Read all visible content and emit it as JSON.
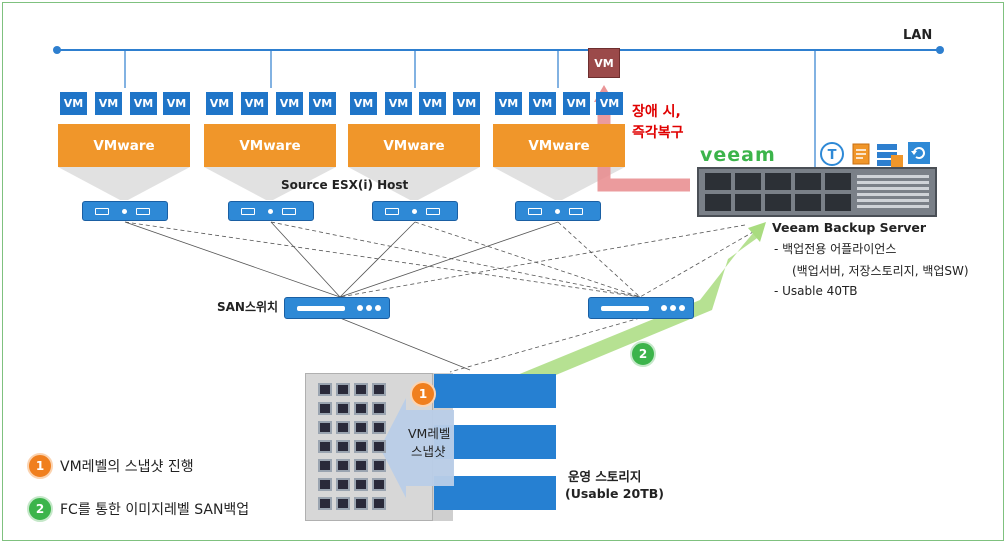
{
  "lan_label": "LAN",
  "vm_label": "VM",
  "hosts": [
    {
      "hypervisor": "VMware",
      "vms": [
        "VM",
        "VM",
        "VM",
        "VM"
      ]
    },
    {
      "hypervisor": "VMware",
      "vms": [
        "VM",
        "VM",
        "VM",
        "VM"
      ]
    },
    {
      "hypervisor": "VMware",
      "vms": [
        "VM",
        "VM",
        "VM",
        "VM"
      ]
    },
    {
      "hypervisor": "VMware",
      "vms": [
        "VM",
        "VM",
        "VM",
        "VM"
      ]
    }
  ],
  "source_host_label": "Source ESX(i) Host",
  "failover_label_1": "장애 시,",
  "failover_label_2": "즉각복구",
  "veeam_logo": "veeam",
  "backup_server": {
    "title": "Veeam Backup Server",
    "bullets": [
      "-   백업전용 어플라이언스",
      "(백업서버, 저장스토리지, 백업SW)",
      "-   Usable 40TB"
    ]
  },
  "san_switch_label": "SAN스위치",
  "snapshot_label_1": "VM레벨",
  "snapshot_label_2": "스냅샷",
  "storage": {
    "title": "운영 스토리지",
    "capacity": "(Usable 20TB)"
  },
  "legend": [
    {
      "number": "1",
      "text": "VM레벨의 스냅샷 진행",
      "color": "#f07f1e"
    },
    {
      "number": "2",
      "text": "FC를 통한 이미지레벨 SAN백업",
      "color": "#3cb44b"
    }
  ],
  "badges": {
    "one": "1",
    "two": "2"
  },
  "colors": {
    "vm_blue": "#1f75c8",
    "vmware_orange": "#f0962a",
    "lan_line": "#2e7fcf",
    "restore_red": "#e8898c",
    "backup_green": "#a9dc7f",
    "veeam_green": "#3cb44b",
    "failover_text": "#e00000"
  },
  "icons": [
    "user-admin-icon",
    "document-icon",
    "storage-stack-icon",
    "refresh-icon"
  ]
}
